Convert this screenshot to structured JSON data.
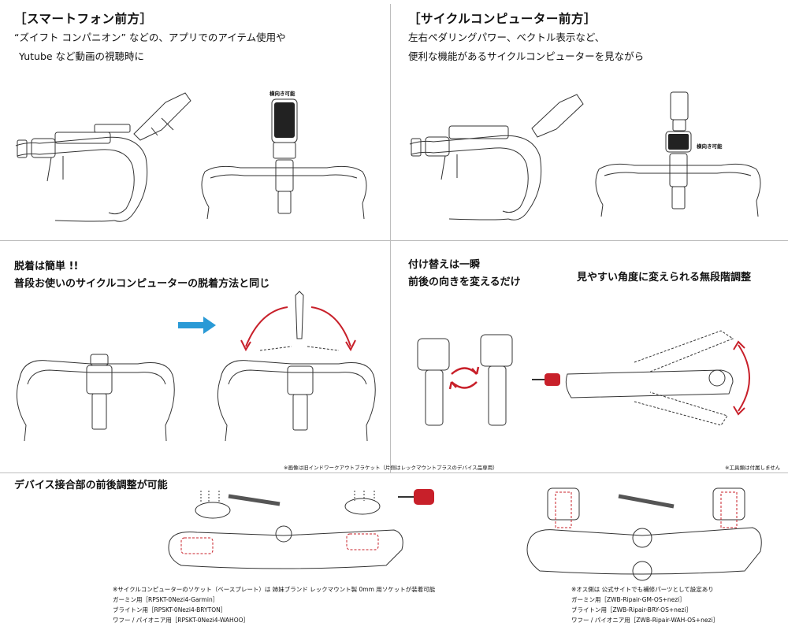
{
  "top_left": {
    "title": "［スマートフォン前方］",
    "lines": [
      "“ズイフト コンパニオン” などの、アプリでのアイテム使用や",
      "Yutube など動画の視聴時に"
    ],
    "callout": "横向き可能"
  },
  "top_right": {
    "title": "［サイクルコンピューター前方］",
    "lines": [
      "左右ペダリングパワー、ベクトル表示など、",
      "便利な機能があるサイクルコンピューターを見ながら"
    ],
    "callout": "横向き可能"
  },
  "mid_left": {
    "lines": [
      "脱着は簡単 !!",
      "普段お使いのサイクルコンピューターの脱着方法と同じ"
    ],
    "footnote": "※画像は旧インドワークアウトブラケット（片側はレックマウントプラスのデバイス品専用）"
  },
  "mid_right": {
    "lines": [
      "付け替えは一瞬",
      "前後の向きを変えるだけ"
    ],
    "lines2": [
      "見やすい角度に変えられる無段階調整"
    ],
    "footnote": "※工具類は付属しません"
  },
  "bottom_left": {
    "title": "デバイス接合部の前後調整が可能",
    "notes": [
      "※サイクルコンピューターのソケット（ベースプレート）は 姉妹ブランド レックマウント製 0mm 用ソケットが装着可能",
      "ガーミン用［RPSKT-0Nezi4-Garmin］",
      "ブライトン用［RPSKT-0Nezi4-BRYTON］",
      "ワフー / パイオニア用［RPSKT-0Nezi4-WAHOO］"
    ]
  },
  "bottom_right": {
    "notes": [
      "※オス側は 公式サイトでも補修パーツとして設定あり",
      "ガーミン用［ZWB-Ripair-GM-OS+nezi］",
      "ブライトン用［ZWB-Ripair-BRY-OS+nezi］",
      "ワフー / パイオニア用［ZWB-Ripair-WAH-OS+nezi］"
    ]
  },
  "colors": {
    "arrow_blue": "#2a9ad6",
    "arrow_red": "#c8202a",
    "divider": "#bdbdbd"
  }
}
